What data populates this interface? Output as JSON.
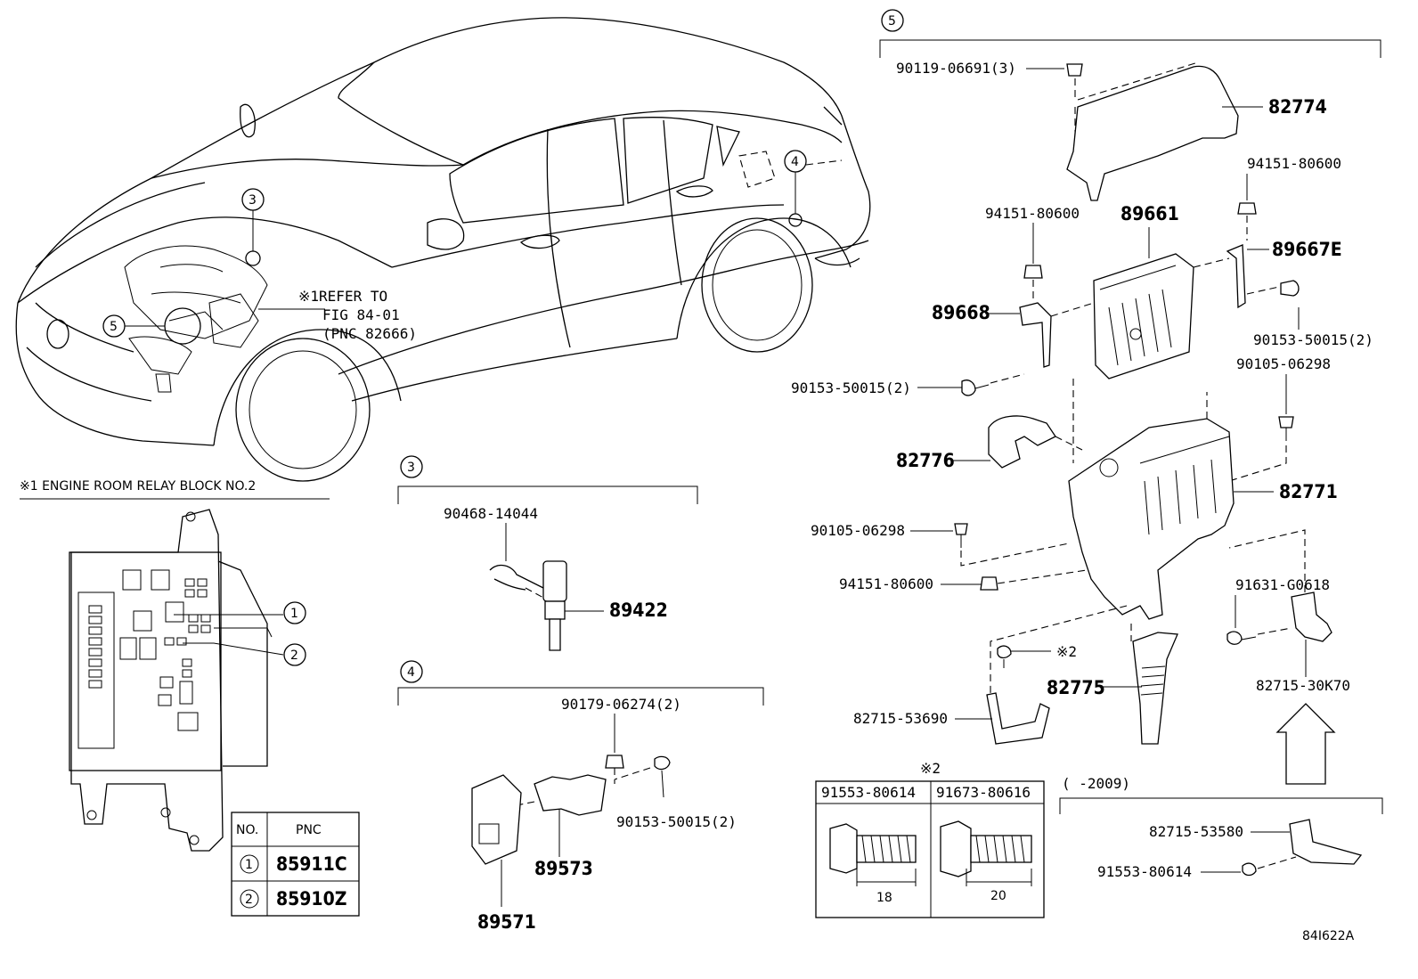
{
  "figure_id": "84I622A",
  "refer_note": [
    "※1REFER TO",
    "FIG 84-01",
    "(PNC 82666)"
  ],
  "relay_block_title": "※1 ENGINE ROOM RELAY BLOCK  NO.2",
  "callouts": [
    "1",
    "2",
    "3",
    "4",
    "5"
  ],
  "pnc_table": {
    "headers": [
      "NO.",
      "PNC"
    ],
    "rows": [
      {
        "no": "1",
        "pnc": "85911C"
      },
      {
        "no": "2",
        "pnc": "85910Z"
      }
    ]
  },
  "group3": {
    "labels": [
      "90468-14044",
      "89422"
    ]
  },
  "group4": {
    "labels": [
      "90179-06274(2)",
      "90153-50015(2)",
      "89573",
      "89571"
    ]
  },
  "group5": {
    "labels": [
      "90119-06691(3)",
      "82774",
      "94151-80600",
      "94151-80600",
      "89661",
      "89667E",
      "89668",
      "90153-50015(2)",
      "90105-06298",
      "90153-50015(2)",
      "82776",
      "82771",
      "90105-06298",
      "94151-80600",
      "91631-G0618",
      "※2",
      "82775",
      "82715-53690",
      "82715-30K70"
    ]
  },
  "bolt_table": {
    "title": "※2",
    "headers": [
      "91553-80614",
      "91673-80616"
    ],
    "lengths": [
      "18",
      "20"
    ]
  },
  "variant": {
    "note": "(      -2009)",
    "labels": [
      "82715-53580",
      "91553-80614"
    ]
  }
}
